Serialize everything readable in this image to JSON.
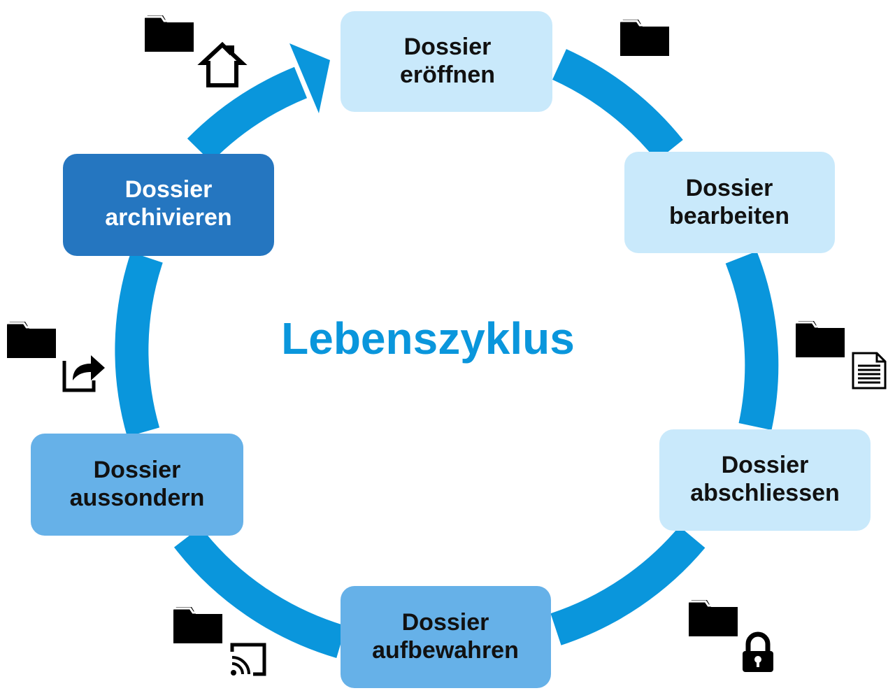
{
  "title": "Lebenszyklus",
  "colors": {
    "ring": "#0a96dc",
    "title": "#0a96dc",
    "box_light": "#c9e9fb",
    "box_mid": "#66b1e8",
    "box_dark": "#2576c0",
    "text_dark": "#111111",
    "text_light": "#ffffff",
    "icon": "#000000"
  },
  "steps": [
    {
      "id": "open",
      "line1": "Dossier",
      "line2": "eröffnen",
      "tone": "light",
      "icons": [
        "folder-icon",
        "home-icon"
      ]
    },
    {
      "id": "edit",
      "line1": "Dossier",
      "line2": "bearbeiten",
      "tone": "light",
      "icons": [
        "folder-icon"
      ]
    },
    {
      "id": "close",
      "line1": "Dossier",
      "line2": "abschliessen",
      "tone": "light",
      "icons": [
        "folder-icon",
        "document-icon"
      ]
    },
    {
      "id": "store",
      "line1": "Dossier",
      "line2": "aufbewahren",
      "tone": "mid",
      "icons": [
        "folder-icon",
        "lock-icon"
      ]
    },
    {
      "id": "segregate",
      "line1": "Dossier",
      "line2": "aussondern",
      "tone": "mid",
      "icons": [
        "folder-icon",
        "cast-icon"
      ]
    },
    {
      "id": "archive",
      "line1": "Dossier",
      "line2": "archivieren",
      "tone": "dark",
      "icons": [
        "folder-icon",
        "share-icon"
      ]
    }
  ]
}
